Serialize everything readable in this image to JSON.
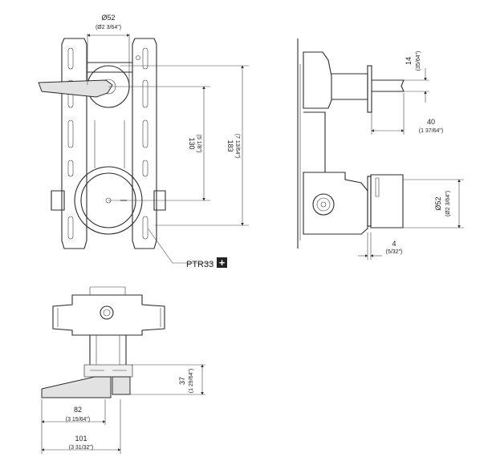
{
  "dimensions": {
    "d52_top": {
      "value": "Ø52",
      "imperial": "(Ø2 3/64\")"
    },
    "d130": {
      "value": "130",
      "imperial": "(5 1/8\")"
    },
    "d183": {
      "value": "183",
      "imperial": "(7 13/64\")"
    },
    "d14": {
      "value": "14",
      "imperial": "(35/64\")"
    },
    "d40": {
      "value": "40",
      "imperial": "(1 37/64\")"
    },
    "d52_side": {
      "value": "Ø52",
      "imperial": "(Ø2 3/64\")"
    },
    "d4": {
      "value": "4",
      "imperial": "(5/32\")"
    },
    "d37": {
      "value": "37",
      "imperial": "(1 29/64\")"
    },
    "d82": {
      "value": "82",
      "imperial": "(3 15/64\")"
    },
    "d101": {
      "value": "101",
      "imperial": "(3 31/32\")"
    }
  },
  "callout": {
    "label": "PTR33",
    "badge": "+"
  }
}
